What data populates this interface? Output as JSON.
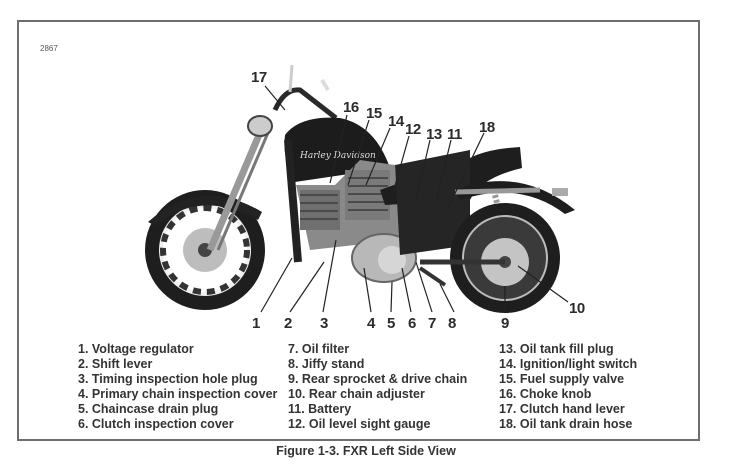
{
  "figure_id": "2867",
  "caption": "Figure 1-3. FXR Left Side View",
  "callouts": [
    "17",
    "16",
    "15",
    "14",
    "12",
    "13",
    "11",
    "18",
    "1",
    "2",
    "3",
    "4",
    "5",
    "6",
    "7",
    "8",
    "9",
    "10"
  ],
  "legend": {
    "column1": [
      "1. Voltage regulator",
      "2. Shift lever",
      "3. Timing inspection hole plug",
      "4. Primary chain inspection cover",
      "5. Chaincase drain plug",
      "6. Clutch inspection cover"
    ],
    "column2": [
      "7. Oil filter",
      "8. Jiffy stand",
      "9. Rear sprocket & drive chain",
      "10. Rear chain adjuster",
      "11. Battery",
      "12. Oil level sight gauge"
    ],
    "column3": [
      "13. Oil tank fill plug",
      "14. Ignition/light switch",
      "15. Fuel supply valve",
      "16. Choke knob",
      "17. Clutch hand lever",
      "18. Oil tank drain hose"
    ]
  },
  "illustration": {
    "subject": "Harley-Davidson FXR motorcycle, left side",
    "tank_text": "Harley Davidson"
  }
}
